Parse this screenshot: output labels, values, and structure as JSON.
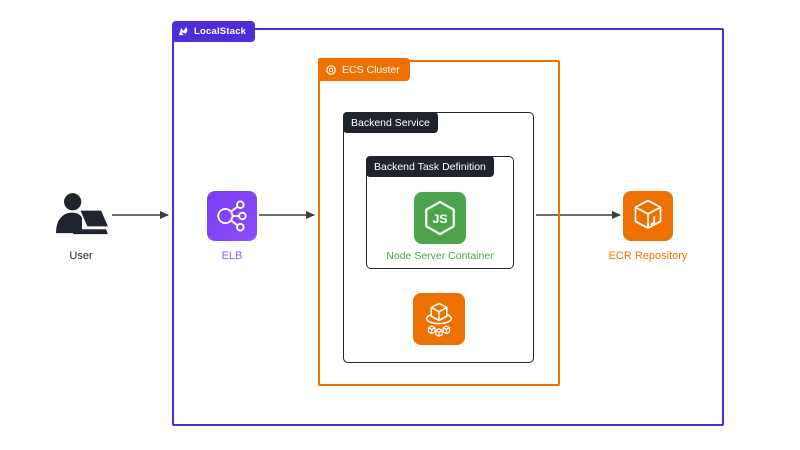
{
  "diagram": {
    "localstack": {
      "label": "LocalStack"
    },
    "ecs_cluster": {
      "label": "ECS Cluster"
    },
    "backend_service": {
      "label": "Backend Service"
    },
    "task_definition": {
      "label": "Backend Task Definition"
    },
    "user": {
      "label": "User"
    },
    "elb": {
      "label": "ELB"
    },
    "node_container": {
      "label": "Node Server Container",
      "icon_text": "JS"
    },
    "ecr": {
      "label": "ECR Repository"
    },
    "colors": {
      "localstack_border_purple": "#4C2ED6",
      "localstack_tag_purple": "#4F2DD8",
      "aws_orange": "#ED7100",
      "dark_label": "#20242E",
      "node_green": "#4CA54E",
      "elb_icon_purple": "#8C4FFF",
      "elb_label_purple": "#8B5CF6",
      "arrow_gray": "#3A3F47"
    }
  }
}
